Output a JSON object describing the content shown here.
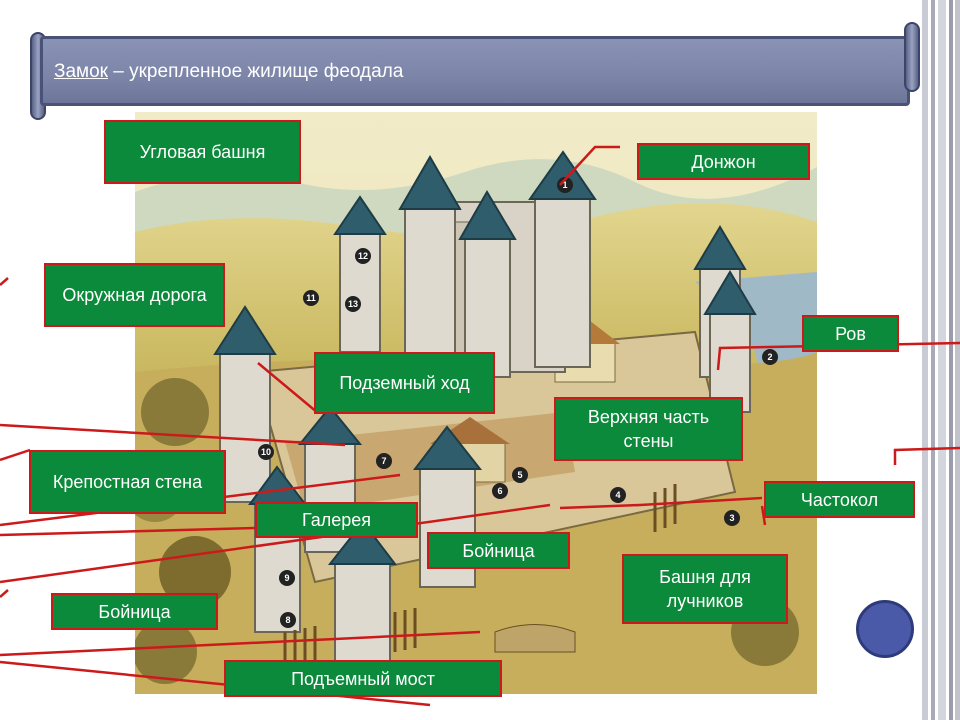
{
  "title": {
    "term": "Замок",
    "rest": " – укрепленное жилище феодала"
  },
  "labels": {
    "corner_tower": "Угловая башня",
    "donjon": "Донжон",
    "ring_road": "Окружная дорога",
    "moat": "Ров",
    "underground": "Подземный ход",
    "upper_wall": "Верхняя часть стены",
    "fortress_wall": "Крепостная стена",
    "palisade": "Частокол",
    "gallery": "Галерея",
    "loophole_center": "Бойница",
    "archer_tower": "Башня для лучников",
    "loophole_left": "Бойница",
    "drawbridge": "Подъемный мост"
  },
  "numbers": [
    "1",
    "2",
    "3",
    "4",
    "5",
    "6",
    "7",
    "8",
    "9",
    "10",
    "11",
    "12",
    "13"
  ],
  "colors": {
    "label_bg": "#0a8a3a",
    "label_border": "#cc1a1a",
    "leader_line": "#cc1a1a",
    "banner": "#7c85a8"
  }
}
